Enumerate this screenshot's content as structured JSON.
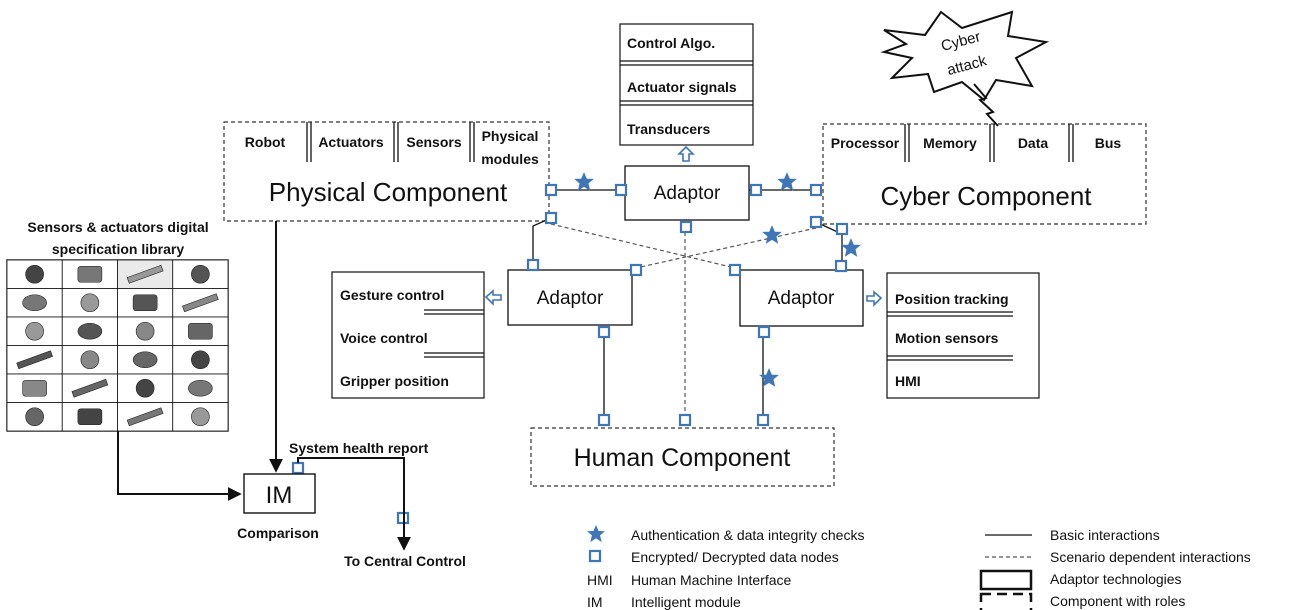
{
  "physical": {
    "title": "Physical Component",
    "roles": [
      "Robot",
      "Actuators",
      "Sensors",
      "Physical",
      "modules"
    ]
  },
  "cyber": {
    "title": "Cyber Component",
    "roles": [
      "Processor",
      "Memory",
      "Data",
      "Bus"
    ]
  },
  "human": {
    "title": "Human Component"
  },
  "attack": {
    "line1": "Cyber",
    "line2": "attack"
  },
  "adaptors": {
    "top": "Adaptor",
    "left": "Adaptor",
    "right": "Adaptor"
  },
  "top_roles": [
    "Control Algo.",
    "Actuator signals",
    "Transducers"
  ],
  "left_roles": [
    "Gesture control",
    "Voice control",
    "Gripper position"
  ],
  "right_roles": [
    "Position tracking",
    "Motion sensors",
    "HMI"
  ],
  "library": {
    "title_line1": "Sensors & actuators digital",
    "title_line2": "specification library"
  },
  "im": {
    "label": "IM",
    "caption": "Comparison"
  },
  "health_report": "System health report",
  "central_control": "To Central Control",
  "legend": {
    "star": "Authentication & data integrity checks",
    "node": "Encrypted/ Decrypted data nodes",
    "hmi_abbr": "HMI",
    "hmi": "Human Machine Interface",
    "im_abbr": "IM",
    "im": "Intelligent module",
    "solid": "Basic interactions",
    "dashed": "Scenario dependent interactions",
    "adaptor": "Adaptor technologies",
    "component": "Component with roles"
  },
  "colors": {
    "accent": "#3e76b8",
    "line": "#111111",
    "dashed": "#555555"
  }
}
